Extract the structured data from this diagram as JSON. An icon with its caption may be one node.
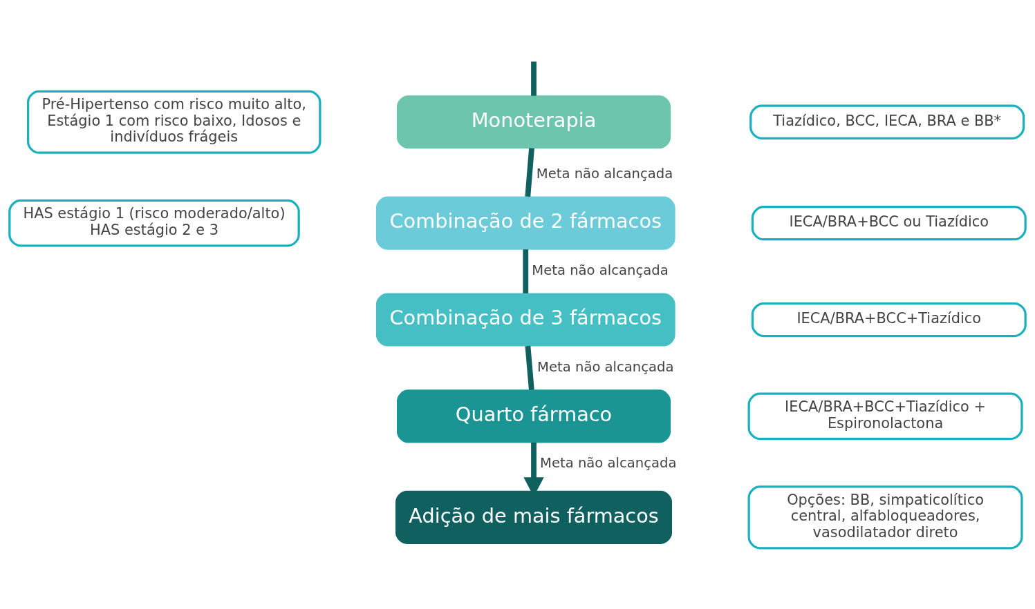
{
  "diagram": {
    "nodes": [
      {
        "text": [
          "Pré-Hipertenso com risco muito alto, Estágio 1 com risco baixo, Idosos e indivíduos frágeis"
        ]
      },
      {
        "text": [
          "Monoterapia"
        ]
      },
      {
        "text": [
          "Tiazídico, BCC, IECA, BRA e BB*"
        ]
      },
      {
        "text": [
          "HAS estágio 1 (risco moderado/alto) HAS estágio 2 e 3"
        ]
      },
      {
        "text": [
          "Combinação de 2 fármacos"
        ]
      },
      {
        "text": [
          "IECA/BRA+BCC ou Tiazídico"
        ]
      },
      {
        "text": [
          "Combinação de 3 fármacos"
        ]
      },
      {
        "text": [
          "IECA/BRA+BCC+Tiazídico"
        ]
      },
      {
        "text": [
          "Quarto fármaco"
        ]
      },
      {
        "text": [
          "IECA/BRA+BCC+Tiazídico + Espironolactona"
        ]
      },
      {
        "text": [
          "Adição de mais fármacos"
        ]
      },
      {
        "text": [
          "Opções: BB, simpaticolítico central, alfabloqueadores, vasodilatador direto"
        ]
      }
    ],
    "edges": [
      {
        "from": null,
        "to": 1,
        "arrow": "none"
      },
      {
        "from": 1,
        "to": 4,
        "arrow": "none",
        "label": "Meta não alcançada"
      },
      {
        "from": 4,
        "to": 6,
        "arrow": "none",
        "label": "Meta não alcançada"
      },
      {
        "from": 6,
        "to": 8,
        "arrow": "none",
        "label": "Meta não alcançada"
      },
      {
        "from": 8,
        "to": 10,
        "arrow": "to",
        "label": "Meta não alcançada"
      }
    ]
  }
}
